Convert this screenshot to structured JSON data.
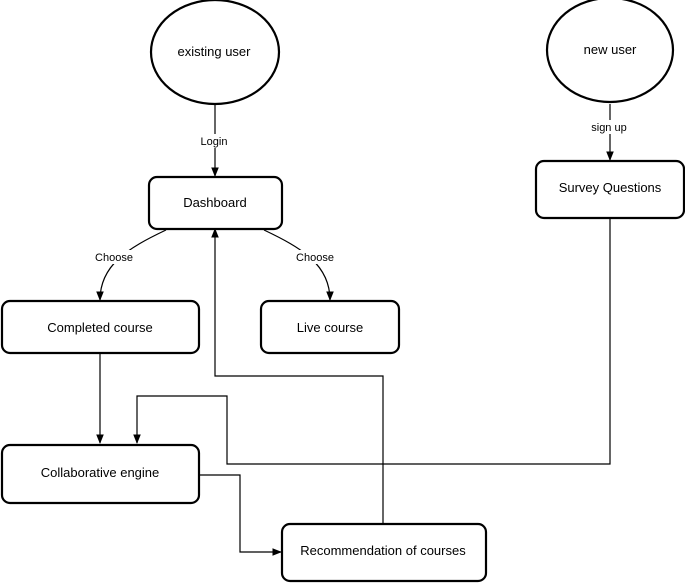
{
  "nodes": {
    "existing_user": "existing user",
    "new_user": "new user",
    "dashboard": "Dashboard",
    "survey": "Survey Questions",
    "completed": "Completed course",
    "live": "Live course",
    "collab": "Collaborative engine",
    "recommend": "Recommendation of courses"
  },
  "edges": {
    "login": "Login",
    "signup": "sign up",
    "choose_left": "Choose",
    "choose_right": "Choose"
  }
}
